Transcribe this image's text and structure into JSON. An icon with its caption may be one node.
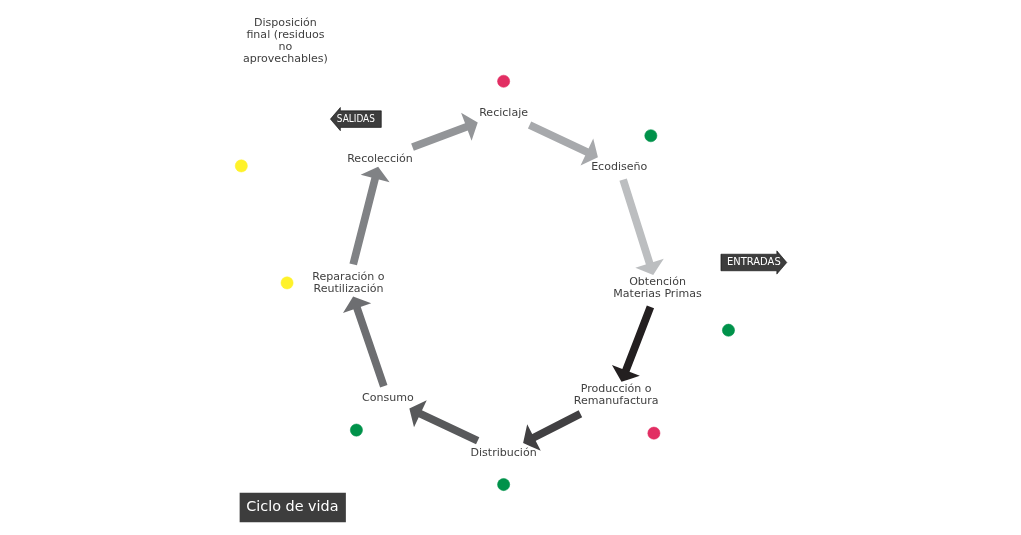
{
  "diagram": {
    "title": "Ciclo de vida",
    "nodes": [
      {
        "text": [
          "Reciclaje"
        ]
      },
      {
        "text": [
          "Ecodiseño"
        ]
      },
      {
        "text": [
          "Disposición final (residuos no aprovechables)"
        ]
      },
      {
        "text": [
          "SALIDAS"
        ]
      },
      {
        "text": [
          "ENTRADAS"
        ]
      },
      {
        "text": [
          "Obtención Materias Primas"
        ]
      },
      {
        "text": [
          "Recolección"
        ]
      },
      {
        "text": [
          "Producción o Remanufactura"
        ]
      },
      {
        "text": [
          "Reparación o Reutilización"
        ]
      },
      {
        "text": [
          "Consumo"
        ]
      },
      {
        "text": [
          "Distribución"
        ]
      },
      {
        "text": [],
        "shape": "circle"
      },
      {
        "text": [],
        "shape": "circle"
      },
      {
        "text": [],
        "shape": "circle"
      },
      {
        "text": [],
        "shape": "circle"
      },
      {
        "text": [],
        "shape": "circle"
      },
      {
        "text": [],
        "shape": "circle"
      },
      {
        "text": [],
        "shape": "circle"
      },
      {
        "text": [],
        "shape": "circle"
      }
    ],
    "edges": [
      {
        "from": 0,
        "to": 1,
        "arrow": "to",
        "color": "#a7a9ac"
      },
      {
        "from": 1,
        "to": 5,
        "arrow": "to",
        "color": "#bcbec0"
      },
      {
        "from": 5,
        "to": 7,
        "arrow": "to",
        "color": "#231f20"
      },
      {
        "from": 7,
        "to": 10,
        "arrow": "to",
        "color": "#414042"
      },
      {
        "from": 10,
        "to": 9,
        "arrow": "to",
        "color": "#58595b"
      },
      {
        "from": 9,
        "to": 8,
        "arrow": "to",
        "color": "#6d6e71"
      },
      {
        "from": 8,
        "to": 6,
        "arrow": "to",
        "color": "#808285"
      },
      {
        "from": 6,
        "to": 0,
        "arrow": "to",
        "color": "#939598"
      }
    ]
  }
}
